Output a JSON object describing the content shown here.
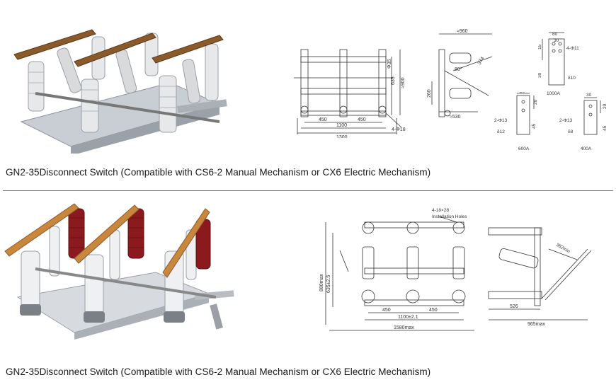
{
  "sections": [
    {
      "caption": "GN2-35Disconnect Switch (Compatible with CS6-2 Manual Mechanism or CX6 Electric Mechanism)",
      "drawing_main": {
        "dims": [
          "450",
          "450",
          "1100",
          "1300",
          "635",
          "≈900",
          "Φ35",
          "4-Φ18"
        ]
      },
      "drawing_side": {
        "dims": [
          "≈960",
          "80°",
          "374",
          "260",
          "≈530"
        ]
      },
      "detail_1000a": {
        "dims": [
          "80",
          "30",
          "15",
          "4-Φ11",
          "30",
          "δ10"
        ],
        "label": "1000A"
      },
      "detail_600a": {
        "dims": [
          "30",
          "20",
          "2-Φ13",
          "45",
          "δ12"
        ],
        "label": "600A"
      },
      "detail_400a": {
        "dims": [
          "30",
          "20",
          "2-Φ13",
          "45",
          "δ8"
        ],
        "label": "400A"
      }
    },
    {
      "caption": "GN2-35Disconnect Switch (Compatible with CS6-2 Manual Mechanism or CX6 Electric Mechanism)",
      "drawing_main": {
        "holes_line1": "4-18×28",
        "holes_line2": "Installation Holes",
        "dims": [
          "880max",
          "635±2.5",
          "450",
          "450",
          "1100±2.1",
          "1580max"
        ]
      },
      "drawing_side": {
        "dims": [
          "382min",
          "526",
          "965max"
        ]
      }
    }
  ]
}
